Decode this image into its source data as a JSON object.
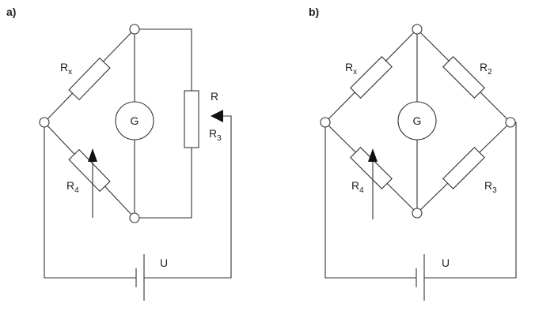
{
  "panels": {
    "a": {
      "label": "a)"
    },
    "b": {
      "label": "b)"
    }
  },
  "labels": {
    "galvanometer": "G",
    "source": "U",
    "rx_main": "R",
    "rx_sub": "x",
    "r4_main": "R",
    "r4_sub": "4",
    "r_pot": "R",
    "r3_main": "R",
    "r3_sub": "3",
    "r2_main": "R",
    "r2_sub": "2"
  },
  "colors": {
    "line": "#333333",
    "text": "#222222",
    "background": "#ffffff"
  }
}
